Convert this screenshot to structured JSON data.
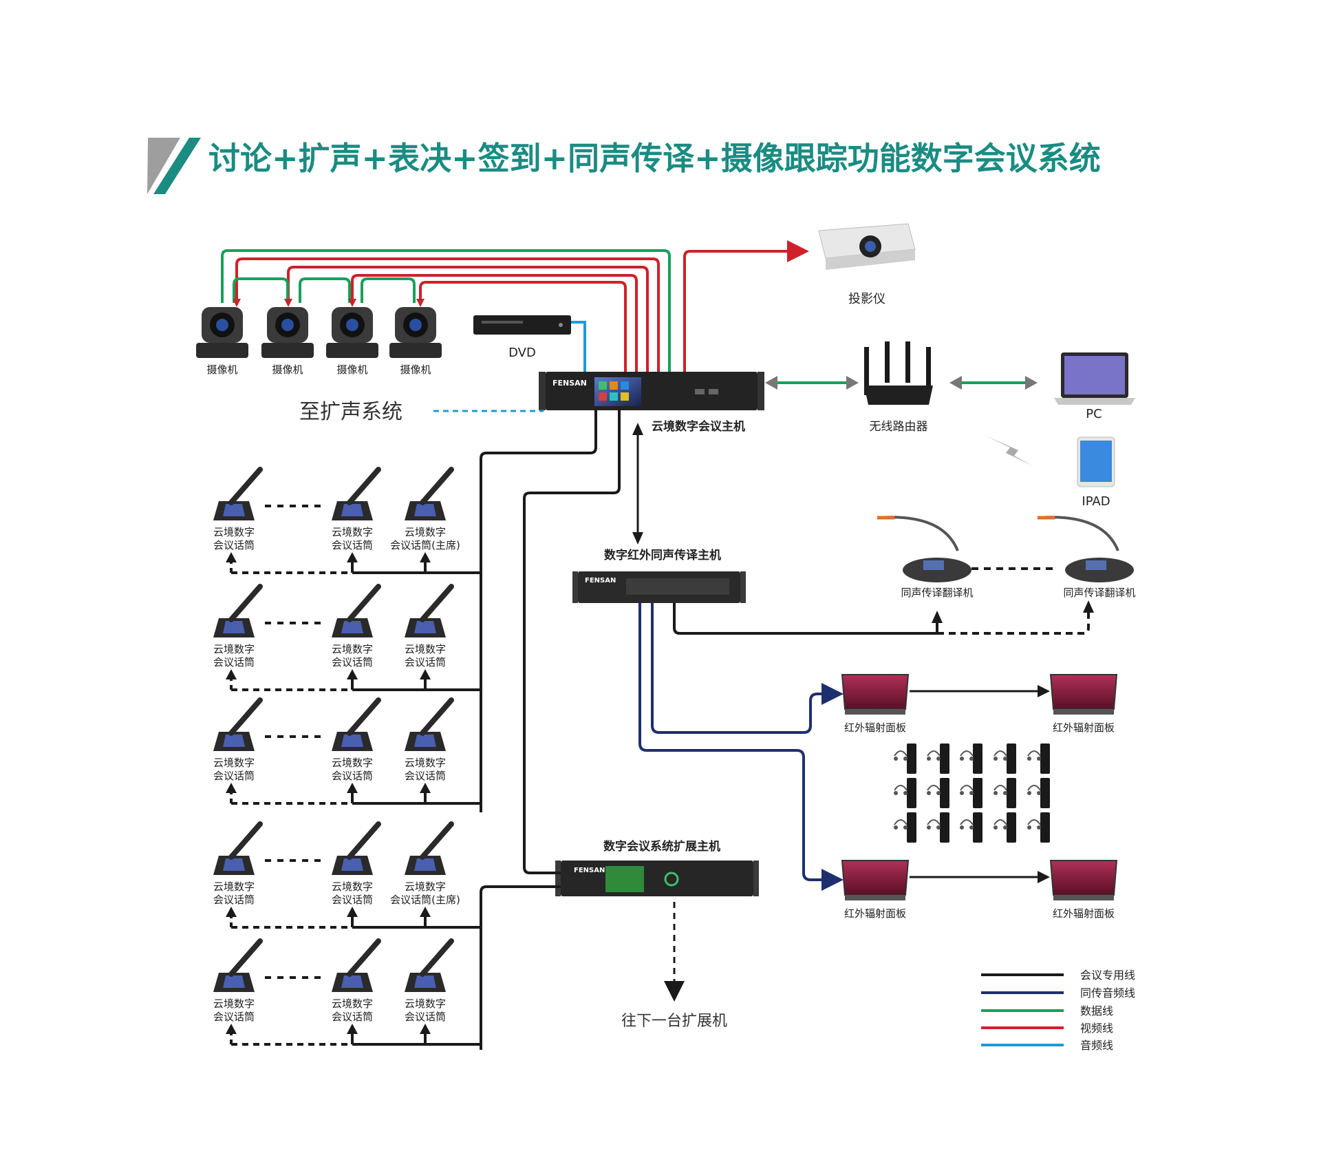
{
  "title": "讨论+扩声+表决+签到+同声传译+摄像跟踪功能数字会议系统",
  "colors": {
    "accent": "#1a8c82",
    "conference": "#1a1a1a",
    "interpretation_audio": "#1e2f6e",
    "data": "#17a05a",
    "video": "#d0202a",
    "audio": "#1e9ad6"
  },
  "labels": {
    "camera": "摄像机",
    "dvd": "DVD",
    "projector": "投影仪",
    "host": "云境数字会议主机",
    "pa": "至扩声系统",
    "router": "无线路由器",
    "pc": "PC",
    "ipad": "IPAD",
    "interp_host": "数字红外同声传译主机",
    "interp_unit": "同声传译翻译机",
    "ir_panel": "红外辐射面板",
    "ext_host": "数字会议系统扩展主机",
    "next_ext": "往下一台扩展机",
    "mic_line1": "云境数字",
    "mic_line2": "会议话筒",
    "mic_line2_chair": "会议话筒(主席)",
    "brand": "FENSAN"
  },
  "legend": [
    {
      "label": "会议专用线",
      "color": "#1a1a1a"
    },
    {
      "label": "同传音频线",
      "color": "#1e2f6e"
    },
    {
      "label": "数据线",
      "color": "#17a05a"
    },
    {
      "label": "视频线",
      "color": "#d0202a"
    },
    {
      "label": "音频线",
      "color": "#1e9ad6"
    }
  ]
}
